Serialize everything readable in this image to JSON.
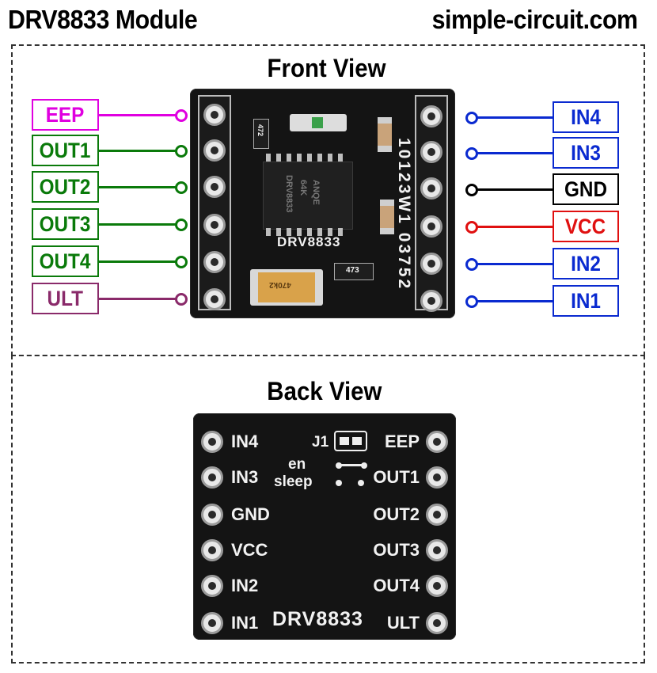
{
  "header": {
    "title": "DRV8833 Module",
    "site": "simple-circuit.com"
  },
  "front": {
    "title": "Front View",
    "left_pins": [
      {
        "label": "EEP",
        "color": "#e000e0"
      },
      {
        "label": "OUT1",
        "color": "#0a7a0a"
      },
      {
        "label": "OUT2",
        "color": "#0a7a0a"
      },
      {
        "label": "OUT3",
        "color": "#0a7a0a"
      },
      {
        "label": "OUT4",
        "color": "#0a7a0a"
      },
      {
        "label": "ULT",
        "color": "#8a2a6a"
      }
    ],
    "right_pins": [
      {
        "label": "IN4",
        "color": "#0a2ad0"
      },
      {
        "label": "IN3",
        "color": "#0a2ad0"
      },
      {
        "label": "GND",
        "color": "#000000"
      },
      {
        "label": "VCC",
        "color": "#e01010"
      },
      {
        "label": "IN2",
        "color": "#0a2ad0"
      },
      {
        "label": "IN1",
        "color": "#0a2ad0"
      }
    ],
    "chip_marking_1": "DRV8833",
    "chip_marking_2": "64K",
    "chip_marking_3": "ANQE",
    "board_label": "DRV8833",
    "side_code": "10123W1 03752",
    "resistor_1": "472",
    "resistor_2": "473",
    "cap_marking": "470k2"
  },
  "back": {
    "title": "Back View",
    "left_labels": [
      "IN4",
      "IN3",
      "GND",
      "VCC",
      "IN2",
      "IN1"
    ],
    "right_labels": [
      "EEP",
      "OUT1",
      "OUT2",
      "OUT3",
      "OUT4",
      "ULT"
    ],
    "jumper": "J1",
    "en": "en",
    "sleep": "sleep",
    "board_label": "DRV8833"
  }
}
